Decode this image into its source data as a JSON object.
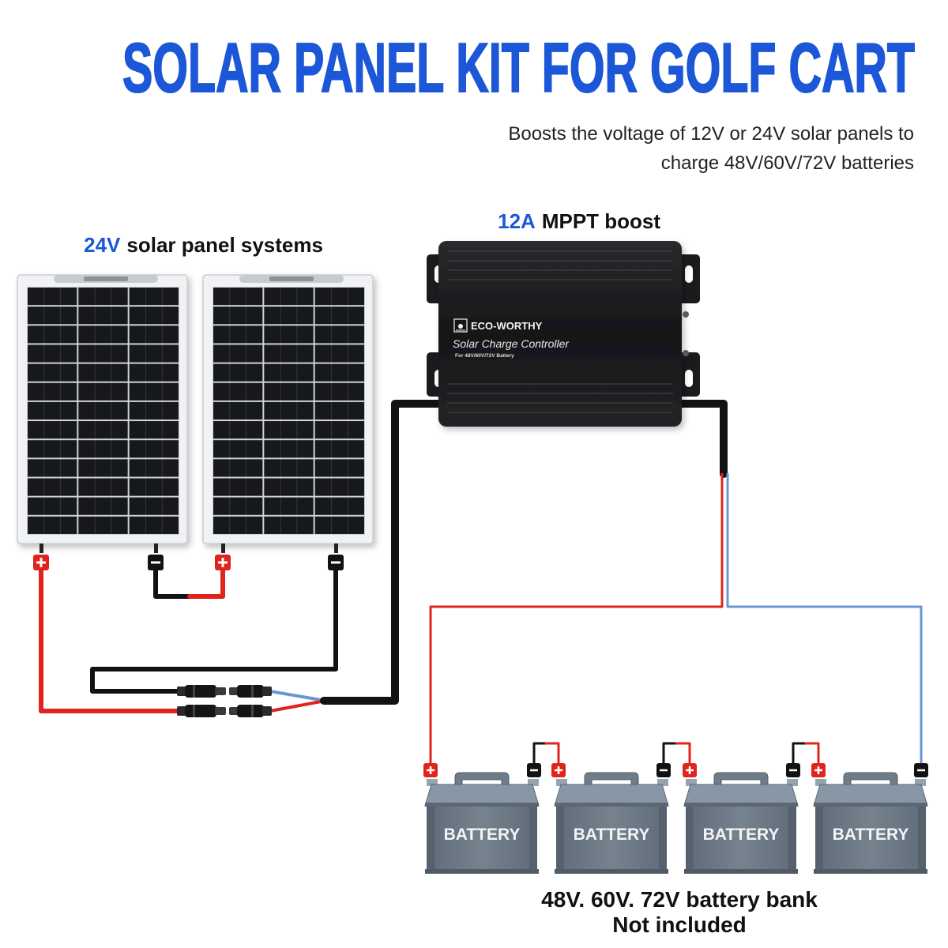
{
  "title": "SOLAR PANEL KIT FOR GOLF CART",
  "subtitle": [
    "Boosts the voltage of 12V or 24V solar panels to",
    "charge 48V/60V/72V batteries"
  ],
  "solar_panels": {
    "label_highlight": "24V",
    "label_rest": "solar panel systems"
  },
  "controller": {
    "label_highlight": "12A",
    "label_rest": "MPPT boost",
    "brand": "ECO-WORTHY",
    "product": "Solar Charge Controller",
    "compat": "For 48V/60V/72V Battery"
  },
  "battery_bank": {
    "labels": [
      "BATTERY",
      "BATTERY",
      "BATTERY",
      "BATTERY"
    ],
    "caption": "48V. 60V. 72V battery bank",
    "note": "Not included"
  },
  "icons": {
    "positive_terminal": "plus-terminal-icon",
    "negative_terminal": "minus-terminal-icon",
    "brand_logo": "sun-logo-icon"
  },
  "colors": {
    "accent_blue": "#1b57d6",
    "wire_red": "#e0241d",
    "wire_black": "#121212",
    "wire_blue": "#6a95d6",
    "battery_gray": "#6b7886",
    "controller_black": "#1c1c1e"
  }
}
